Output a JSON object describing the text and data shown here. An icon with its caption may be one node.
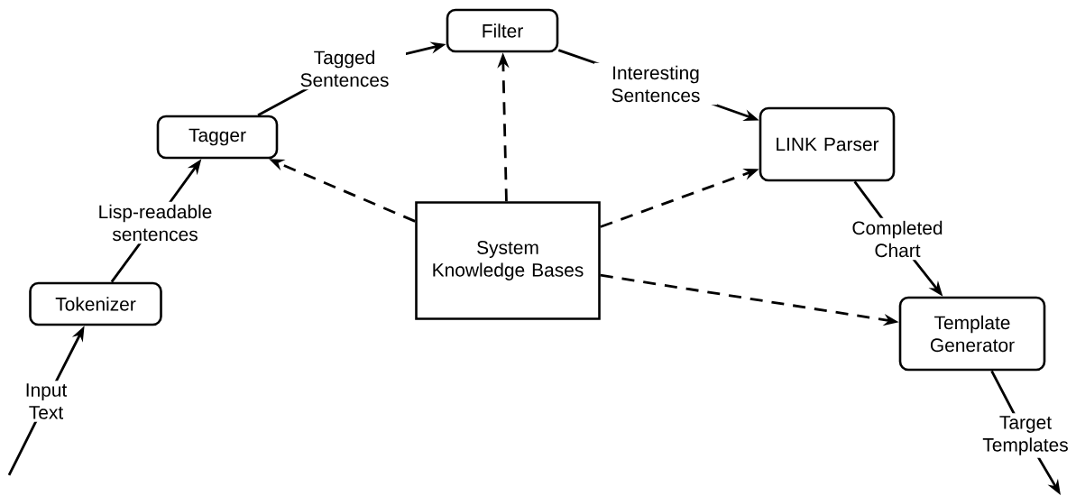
{
  "diagram": {
    "nodes": [
      {
        "text": [
          "Tokenizer"
        ]
      },
      {
        "text": [
          "Tagger"
        ]
      },
      {
        "text": [
          "Filter"
        ]
      },
      {
        "text": [
          "System Knowledge Bases"
        ]
      },
      {
        "text": [
          "LINK Parser"
        ]
      },
      {
        "text": [
          "Template Generator"
        ]
      }
    ],
    "edges": [
      {
        "from": null,
        "to": 0,
        "arrow": "to",
        "label": "Input Text"
      },
      {
        "from": 0,
        "to": 1,
        "arrow": "to",
        "label": "Lisp-readable sentences"
      },
      {
        "from": 1,
        "to": 2,
        "arrow": "to",
        "label": "Tagged Sentences"
      },
      {
        "from": 2,
        "to": 4,
        "arrow": "to",
        "label": "Interesting Sentences"
      },
      {
        "from": 4,
        "to": 5,
        "arrow": "to",
        "label": "Completed Chart"
      },
      {
        "from": 5,
        "to": null,
        "arrow": "to",
        "label": "Target Templates"
      },
      {
        "from": 3,
        "to": 1,
        "arrow": "to",
        "style": "dashed"
      },
      {
        "from": 3,
        "to": 2,
        "arrow": "to",
        "style": "dashed"
      },
      {
        "from": 3,
        "to": 4,
        "arrow": "to",
        "style": "dashed"
      },
      {
        "from": 3,
        "to": 5,
        "arrow": "to",
        "style": "dashed"
      }
    ]
  }
}
